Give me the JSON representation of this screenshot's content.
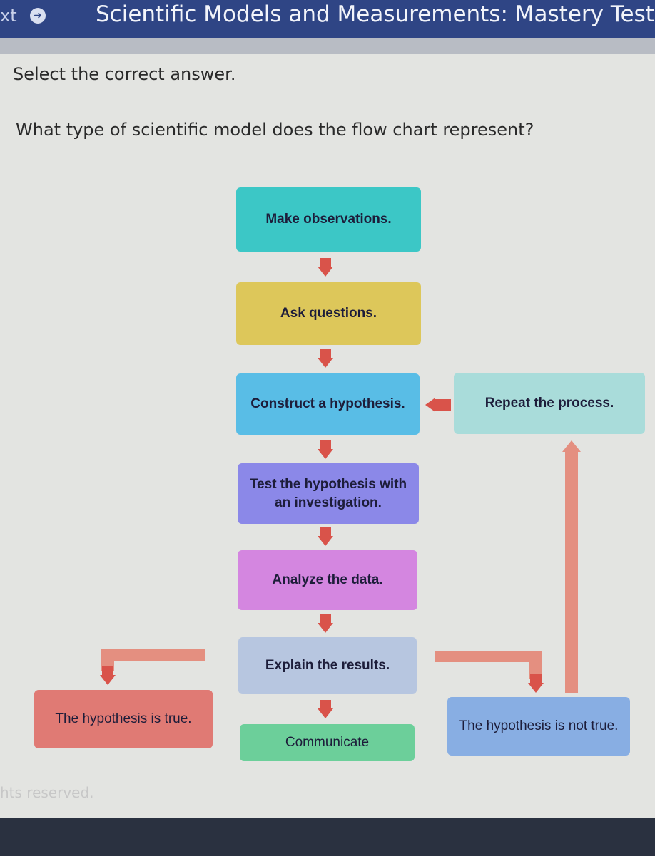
{
  "header": {
    "next_label": "xt",
    "next_icon": "arrow-right-circle-icon",
    "title": "Scientific Models and Measurements: Mastery Test"
  },
  "instruction": "Select the correct answer.",
  "question": "What type of scientific model does the flow chart represent?",
  "flowchart": {
    "steps": [
      {
        "label": "Make observations.",
        "color": "#3cc7c6"
      },
      {
        "label": "Ask questions.",
        "color": "#ddc75a"
      },
      {
        "label": "Construct a hypothesis.",
        "color": "#59bde6"
      },
      {
        "label": "Test the hypothesis with an investigation.",
        "color": "#8b88e8"
      },
      {
        "label": "Analyze the data.",
        "color": "#d486e0"
      },
      {
        "label": "Explain the results.",
        "color": "#b7c6e0"
      },
      {
        "label": "Communicate",
        "color": "#6ccf9a"
      }
    ],
    "repeat": {
      "label": "Repeat the process.",
      "color": "#a9dcda"
    },
    "true_outcome": {
      "label": "The hypothesis is true.",
      "color": "#e07a74"
    },
    "false_outcome": {
      "label": "The hypothesis is not true.",
      "color": "#88aee3"
    },
    "arrow_color": "#d9534a"
  },
  "footer": {
    "rights_text": "hts reserved."
  }
}
